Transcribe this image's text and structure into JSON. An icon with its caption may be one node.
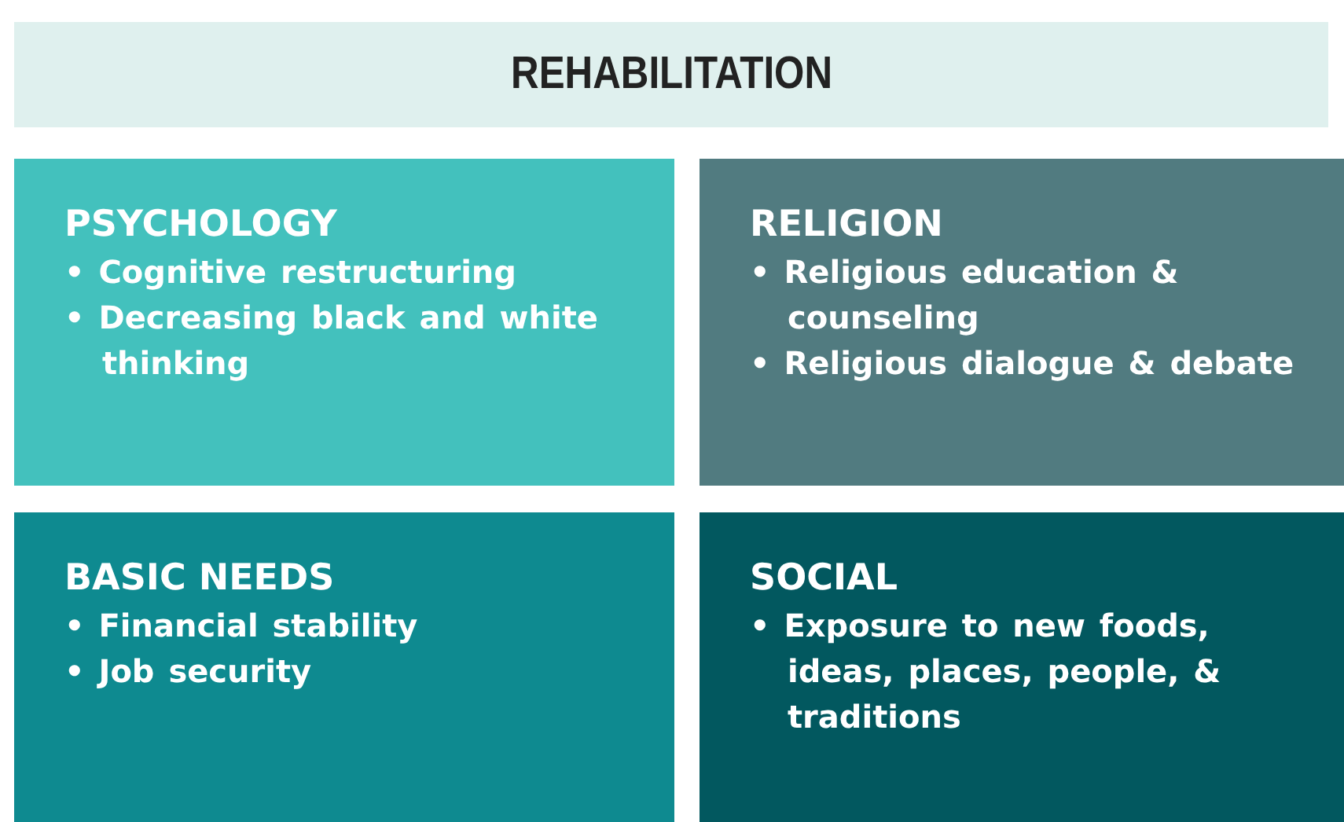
{
  "diagram": {
    "nodes": [
      {
        "text": [
          "REHABILITATION"
        ]
      },
      {
        "text": [
          "PSYCHOLOGY",
          "• Cognitive restructuring",
          "• Decreasing black and white thinking"
        ]
      },
      {
        "text": [
          "RELIGION",
          "• Religious education & counseling",
          "• Religious dialogue & debate"
        ]
      },
      {
        "text": [
          "BASIC NEEDS",
          "• Financial stability",
          "• Job security"
        ]
      },
      {
        "text": [
          "SOCIAL",
          "• Exposure to new foods, ideas, places, people, & traditions"
        ]
      }
    ]
  }
}
